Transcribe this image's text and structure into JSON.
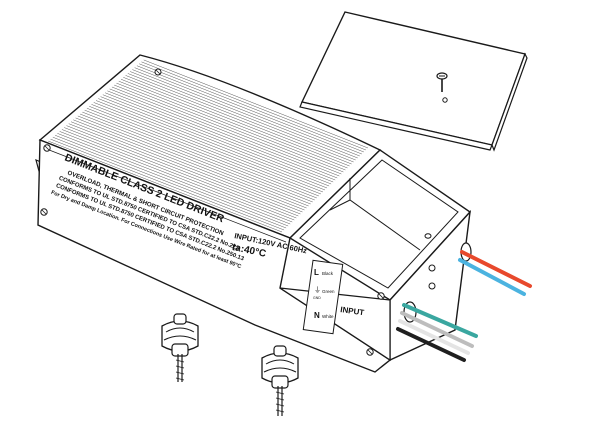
{
  "driver": {
    "title": "DIMMABLE CLASS 2 LED DRIVER",
    "line1": "OVERLOAD, THERMAL & SHORT CIRCUIT PROTECTION",
    "line2": "CONFORMS TO UL STD.8750 CERTIFIED TO CSA STD.C22.2 No.223",
    "line3": "CONFORMS TO UL STD.8750 CERTIFIED TO CSA STD.C22.2 No.250.13",
    "line4": "For Dry and Damp Location. For Connections Use Wire Rated for at least 90°C",
    "input_rating": "INPUT:120V AC 60Hz",
    "ta_rating": "ta:40°C"
  },
  "input_panel": {
    "l_letter": "L",
    "l_wire": "Black",
    "ground_wire": "Green",
    "ground_symbol_label": "GND",
    "n_letter": "N",
    "n_wire": "White",
    "input_label": "INPUT"
  },
  "colors": {
    "outline": "#1a1a1a",
    "wire_red": "#e8492c",
    "wire_blue": "#4bb3e0",
    "wire_teal": "#3aa7a0",
    "wire_gray": "#bdbdbd",
    "wire_white": "#f2f2f2",
    "wire_black": "#1f1f1f"
  }
}
